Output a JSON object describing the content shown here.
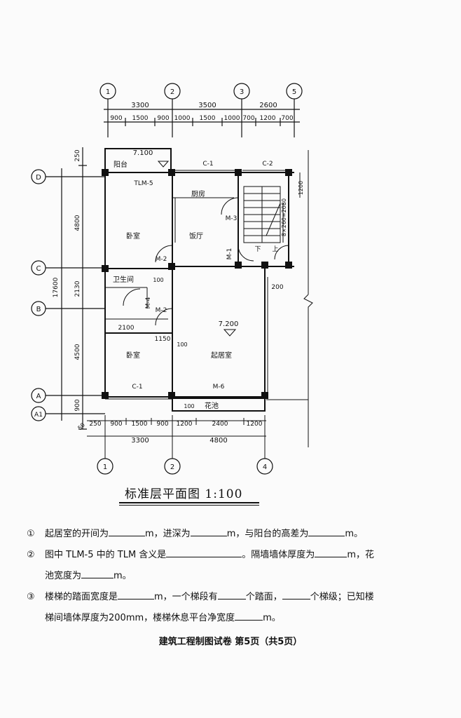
{
  "plan": {
    "axis_top": [
      "1",
      "2",
      "3",
      "5"
    ],
    "axis_bottom": [
      "1",
      "2",
      "4"
    ],
    "axis_left": [
      "D",
      "C",
      "B",
      "A",
      "A1"
    ],
    "dims_top_overall": [
      "3300",
      "3500",
      "2600"
    ],
    "dims_top_detail": [
      "900",
      "1500",
      "900",
      "1000",
      "1500",
      "1000",
      "700",
      "1200",
      "700"
    ],
    "dims_bottom_detail": [
      "250",
      "900",
      "1500",
      "900",
      "1200",
      "2400",
      "1200"
    ],
    "dims_bottom_overall": [
      "3300",
      "4800"
    ],
    "dims_left_detail": [
      "250",
      "4800",
      "2130",
      "4500",
      "900",
      "50"
    ],
    "dims_left_overall": "17600",
    "dim_right_top": "1200",
    "stair_note": "8×260=2080",
    "rooms": {
      "balcony": "阳台",
      "kitchen": "厨房",
      "dining": "饭厅",
      "bedroom_top": "卧室",
      "bathroom": "卫生间",
      "bedroom_bottom": "卧室",
      "living": "起居室",
      "planter": "花池"
    },
    "labels": {
      "elev_balcony": "7.100",
      "elev_living": "7.200",
      "tlm5": "TLM-5",
      "c1_top": "C-1",
      "c2": "C-2",
      "m3": "M-3",
      "m1": "M-1",
      "m2_upper": "M-2",
      "m2_lower": "M-2",
      "m4": "M-4",
      "m6": "M-6",
      "c1_bottom": "C-1",
      "down": "下",
      "up": "上",
      "d100_a": "100",
      "d100_b": "100",
      "d100_c": "100",
      "d200": "200",
      "d2100": "2100",
      "d1150": "1150"
    },
    "title": "标准层平面图  1:100"
  },
  "questions": [
    {
      "num": "①",
      "lines": [
        [
          "起居室的开间为",
          "blank:52",
          "m，进深为",
          "blank:52",
          "m，与阳台的高差为",
          "blank:52",
          "m。"
        ]
      ]
    },
    {
      "num": "②",
      "lines": [
        [
          "图中 TLM-5 中的 TLM 含义是",
          "blank:108",
          "。隔墙墙体厚度为",
          "blank:46",
          "m，花"
        ],
        [
          "池宽度为",
          "blank:46",
          "m。"
        ]
      ]
    },
    {
      "num": "③",
      "lines": [
        [
          "楼梯的踏面宽度是",
          "blank:52",
          "m，一个梯段有",
          "blank:40",
          "个踏面，",
          "blank:40",
          "个梯级；已知楼"
        ],
        [
          "梯间墙体厚度为200mm，楼梯休息平台净宽度",
          "blank:40",
          "m。"
        ]
      ]
    }
  ],
  "footer": "建筑工程制图试卷   第5页（共5页）"
}
